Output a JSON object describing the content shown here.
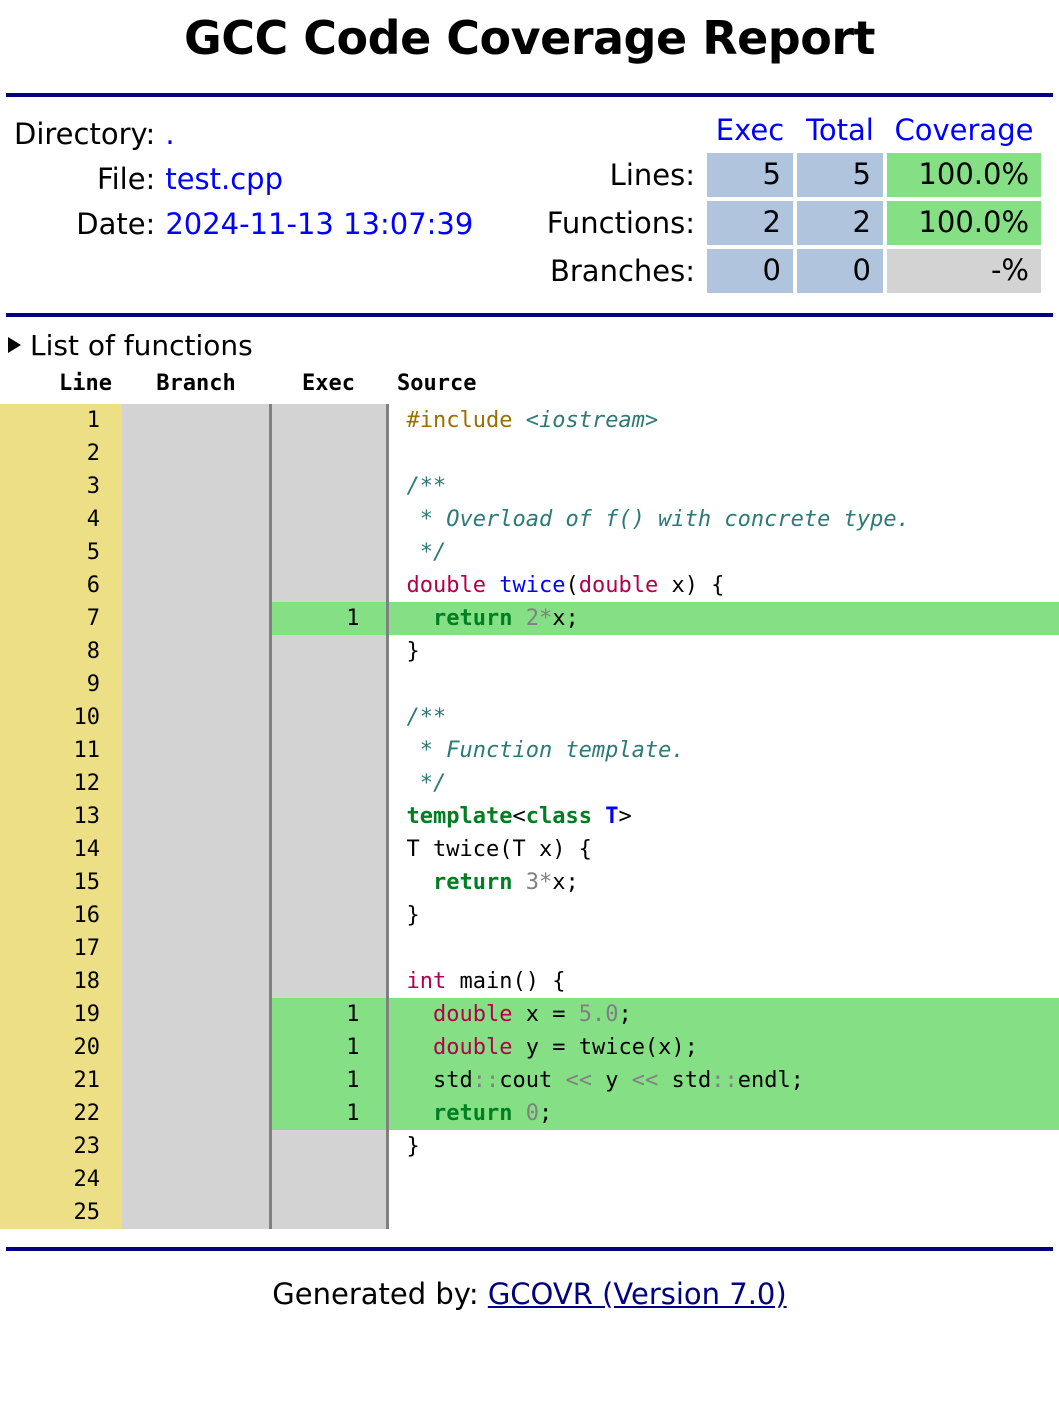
{
  "title": "GCC Code Coverage Report",
  "meta": {
    "rows": [
      {
        "label": "Directory:",
        "value": "."
      },
      {
        "label": "File:",
        "value": "test.cpp"
      },
      {
        "label": "Date:",
        "value": "2024-11-13 13:07:39"
      }
    ]
  },
  "stats": {
    "headers": {
      "exec": "Exec",
      "total": "Total",
      "coverage": "Coverage"
    },
    "rows": [
      {
        "label": "Lines:",
        "exec": "5",
        "total": "5",
        "coverage": "100.0%",
        "state": "high"
      },
      {
        "label": "Functions:",
        "exec": "2",
        "total": "2",
        "coverage": "100.0%",
        "state": "high"
      },
      {
        "label": "Branches:",
        "exec": "0",
        "total": "0",
        "coverage": "-%",
        "state": "unknown"
      }
    ]
  },
  "functions_disclosure": {
    "label": "List of functions",
    "icon": "triangle-right-icon",
    "expanded": false
  },
  "source_table": {
    "headers": {
      "line": "Line",
      "branch": "Branch",
      "exec": "Exec",
      "source": "Source"
    },
    "rows": [
      {
        "line": "1",
        "branch": "",
        "exec": "",
        "covered": false,
        "source": "#include <iostream>"
      },
      {
        "line": "2",
        "branch": "",
        "exec": "",
        "covered": false,
        "source": ""
      },
      {
        "line": "3",
        "branch": "",
        "exec": "",
        "covered": false,
        "source": "/**"
      },
      {
        "line": "4",
        "branch": "",
        "exec": "",
        "covered": false,
        "source": " * Overload of f() with concrete type."
      },
      {
        "line": "5",
        "branch": "",
        "exec": "",
        "covered": false,
        "source": " */"
      },
      {
        "line": "6",
        "branch": "",
        "exec": "",
        "covered": false,
        "source": "double twice(double x) {"
      },
      {
        "line": "7",
        "branch": "",
        "exec": "1",
        "covered": true,
        "source": "  return 2*x;"
      },
      {
        "line": "8",
        "branch": "",
        "exec": "",
        "covered": false,
        "source": "}"
      },
      {
        "line": "9",
        "branch": "",
        "exec": "",
        "covered": false,
        "source": ""
      },
      {
        "line": "10",
        "branch": "",
        "exec": "",
        "covered": false,
        "source": "/**"
      },
      {
        "line": "11",
        "branch": "",
        "exec": "",
        "covered": false,
        "source": " * Function template."
      },
      {
        "line": "12",
        "branch": "",
        "exec": "",
        "covered": false,
        "source": " */"
      },
      {
        "line": "13",
        "branch": "",
        "exec": "",
        "covered": false,
        "source": "template<class T>"
      },
      {
        "line": "14",
        "branch": "",
        "exec": "",
        "covered": false,
        "source": "T twice(T x) {"
      },
      {
        "line": "15",
        "branch": "",
        "exec": "",
        "covered": false,
        "source": "  return 3*x;"
      },
      {
        "line": "16",
        "branch": "",
        "exec": "",
        "covered": false,
        "source": "}"
      },
      {
        "line": "17",
        "branch": "",
        "exec": "",
        "covered": false,
        "source": ""
      },
      {
        "line": "18",
        "branch": "",
        "exec": "",
        "covered": false,
        "source": "int main() {"
      },
      {
        "line": "19",
        "branch": "",
        "exec": "1",
        "covered": true,
        "source": "  double x = 5.0;"
      },
      {
        "line": "20",
        "branch": "",
        "exec": "1",
        "covered": true,
        "source": "  double y = twice(x);"
      },
      {
        "line": "21",
        "branch": "",
        "exec": "1",
        "covered": true,
        "source": "  std::cout << y << std::endl;"
      },
      {
        "line": "22",
        "branch": "",
        "exec": "1",
        "covered": true,
        "source": "  return 0;"
      },
      {
        "line": "23",
        "branch": "",
        "exec": "",
        "covered": false,
        "source": "}"
      },
      {
        "line": "24",
        "branch": "",
        "exec": "",
        "covered": false,
        "source": ""
      },
      {
        "line": "25",
        "branch": "",
        "exec": "",
        "covered": false,
        "source": ""
      }
    ],
    "source_tokens": [
      [
        {
          "t": "#include ",
          "c": "k-pp"
        },
        {
          "t": "<iostream>",
          "c": "k-inc"
        }
      ],
      [],
      [
        {
          "t": "/**",
          "c": "k-cmt"
        }
      ],
      [
        {
          "t": " * Overload of f() with concrete type.",
          "c": "k-cmt"
        }
      ],
      [
        {
          "t": " */",
          "c": "k-cmt"
        }
      ],
      [
        {
          "t": "double",
          "c": "k-type"
        },
        {
          "t": " ",
          "c": "k-plain"
        },
        {
          "t": "twice",
          "c": "k-fn"
        },
        {
          "t": "(",
          "c": "k-plain"
        },
        {
          "t": "double",
          "c": "k-type"
        },
        {
          "t": " x) {",
          "c": "k-plain"
        }
      ],
      [
        {
          "t": "  ",
          "c": "k-plain"
        },
        {
          "t": "return",
          "c": "k-kw"
        },
        {
          "t": " ",
          "c": "k-plain"
        },
        {
          "t": "2",
          "c": "k-num"
        },
        {
          "t": "*",
          "c": "k-op"
        },
        {
          "t": "x;",
          "c": "k-plain"
        }
      ],
      [
        {
          "t": "}",
          "c": "k-plain"
        }
      ],
      [],
      [
        {
          "t": "/**",
          "c": "k-cmt"
        }
      ],
      [
        {
          "t": " * Function template.",
          "c": "k-cmt"
        }
      ],
      [
        {
          "t": " */",
          "c": "k-cmt"
        }
      ],
      [
        {
          "t": "template",
          "c": "k-kw"
        },
        {
          "t": "<",
          "c": "k-plain"
        },
        {
          "t": "class",
          "c": "k-kw"
        },
        {
          "t": " ",
          "c": "k-plain"
        },
        {
          "t": "T",
          "c": "k-tpl"
        },
        {
          "t": ">",
          "c": "k-plain"
        }
      ],
      [
        {
          "t": "T twice(T x) {",
          "c": "k-plain"
        }
      ],
      [
        {
          "t": "  ",
          "c": "k-plain"
        },
        {
          "t": "return",
          "c": "k-kw"
        },
        {
          "t": " ",
          "c": "k-plain"
        },
        {
          "t": "3",
          "c": "k-num"
        },
        {
          "t": "*",
          "c": "k-op"
        },
        {
          "t": "x;",
          "c": "k-plain"
        }
      ],
      [
        {
          "t": "}",
          "c": "k-plain"
        }
      ],
      [],
      [
        {
          "t": "int",
          "c": "k-type"
        },
        {
          "t": " main() {",
          "c": "k-plain"
        }
      ],
      [
        {
          "t": "  ",
          "c": "k-plain"
        },
        {
          "t": "double",
          "c": "k-type"
        },
        {
          "t": " x = ",
          "c": "k-plain"
        },
        {
          "t": "5.0",
          "c": "k-num"
        },
        {
          "t": ";",
          "c": "k-plain"
        }
      ],
      [
        {
          "t": "  ",
          "c": "k-plain"
        },
        {
          "t": "double",
          "c": "k-type"
        },
        {
          "t": " y = twice(x);",
          "c": "k-plain"
        }
      ],
      [
        {
          "t": "  std",
          "c": "k-plain"
        },
        {
          "t": "::",
          "c": "k-op"
        },
        {
          "t": "cout ",
          "c": "k-plain"
        },
        {
          "t": "<<",
          "c": "k-op"
        },
        {
          "t": " y ",
          "c": "k-plain"
        },
        {
          "t": "<<",
          "c": "k-op"
        },
        {
          "t": " std",
          "c": "k-plain"
        },
        {
          "t": "::",
          "c": "k-op"
        },
        {
          "t": "endl;",
          "c": "k-plain"
        }
      ],
      [
        {
          "t": "  ",
          "c": "k-plain"
        },
        {
          "t": "return",
          "c": "k-kw"
        },
        {
          "t": " ",
          "c": "k-plain"
        },
        {
          "t": "0",
          "c": "k-num"
        },
        {
          "t": ";",
          "c": "k-plain"
        }
      ],
      [
        {
          "t": "}",
          "c": "k-plain"
        }
      ],
      [],
      []
    ]
  },
  "footer": {
    "prefix": "Generated by: ",
    "link_text": "GCOVR (Version 7.0)"
  },
  "colors": {
    "rule": "#000080",
    "link": "#0000ff",
    "footer_link": "#000080",
    "cell_blue": "#b0c4de",
    "cov_high": "#85e085",
    "cov_unknown": "#d3d3d3",
    "line_col": "#ecdf86",
    "gutter_gray": "#d3d3d3",
    "divider": "#808080"
  }
}
